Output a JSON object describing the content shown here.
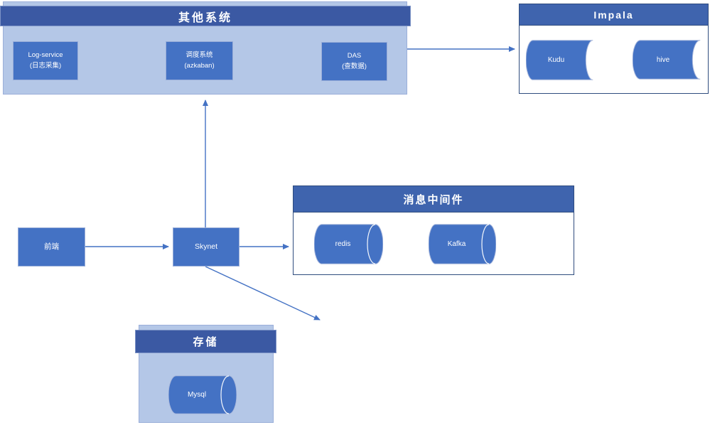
{
  "diagram_title": "system-architecture-diagram",
  "colors": {
    "header_dark_blue": "#3B59A3",
    "header_medium_blue": "#3F64AE",
    "container_light_blue": "#B4C7E7",
    "node_blue": "#4472C4",
    "group_border_navy": "#2F4C7E",
    "arrow_blue": "#4472C4",
    "text_white": "#FFFFFF"
  },
  "other_systems": {
    "title": "其他系统",
    "nodes": [
      {
        "line1": "Log-service",
        "line2": "(日志采集)"
      },
      {
        "line1": "调度系统",
        "line2": "(azkaban)"
      },
      {
        "line1": "DAS",
        "line2": "(查数据)"
      }
    ]
  },
  "impala": {
    "title": "Impala",
    "stores": [
      {
        "label": "Kudu"
      },
      {
        "label": "hive"
      }
    ]
  },
  "middleware": {
    "title": "消息中间件",
    "stores": [
      {
        "label": "redis"
      },
      {
        "label": "Kafka"
      }
    ]
  },
  "frontend": {
    "label": "前端"
  },
  "skynet": {
    "label": "Skynet"
  },
  "storage": {
    "title": "存储",
    "stores": [
      {
        "label": "Mysql"
      }
    ]
  },
  "connections": [
    {
      "from": "其他系统",
      "to": "Impala"
    },
    {
      "from": "Skynet",
      "to": "其他系统"
    },
    {
      "from": "前端",
      "to": "Skynet"
    },
    {
      "from": "Skynet",
      "to": "消息中间件"
    },
    {
      "from": "Skynet",
      "to": "存储"
    }
  ]
}
